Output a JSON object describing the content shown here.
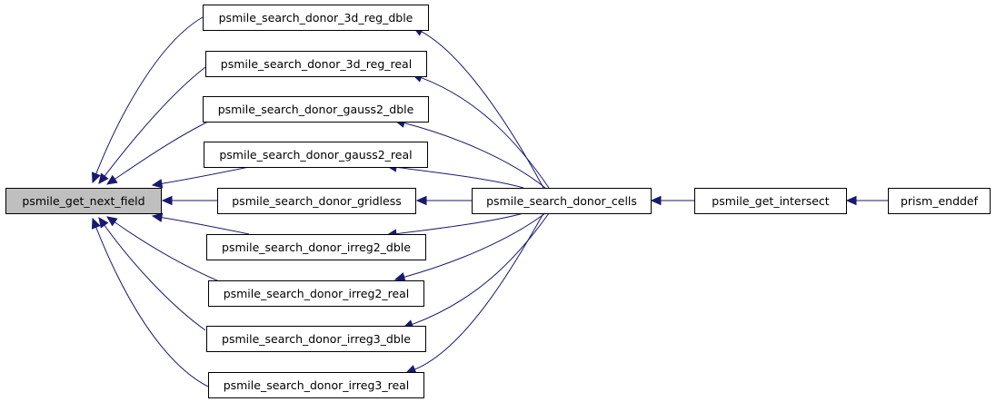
{
  "diagram": {
    "kind": "call graph",
    "focus_node": "psmile_get_next_field",
    "colors": {
      "focus_fill": "#bfbfbf",
      "node_fill": "#ffffff",
      "border": "#000000",
      "edge": "#191970"
    },
    "nodes": [
      {
        "id": "next_field",
        "label": "psmile_get_next_field",
        "focus": true
      },
      {
        "id": "reg_dble",
        "label": "psmile_search_donor_3d_reg_dble"
      },
      {
        "id": "reg_real",
        "label": "psmile_search_donor_3d_reg_real"
      },
      {
        "id": "gauss2_dble",
        "label": "psmile_search_donor_gauss2_dble"
      },
      {
        "id": "gauss2_real",
        "label": "psmile_search_donor_gauss2_real"
      },
      {
        "id": "gridless",
        "label": "psmile_search_donor_gridless"
      },
      {
        "id": "irreg2_dble",
        "label": "psmile_search_donor_irreg2_dble"
      },
      {
        "id": "irreg2_real",
        "label": "psmile_search_donor_irreg2_real"
      },
      {
        "id": "irreg3_dble",
        "label": "psmile_search_donor_irreg3_dble"
      },
      {
        "id": "irreg3_real",
        "label": "psmile_search_donor_irreg3_real"
      },
      {
        "id": "donor_cells",
        "label": "psmile_search_donor_cells"
      },
      {
        "id": "intersect",
        "label": "psmile_get_intersect"
      },
      {
        "id": "enddef",
        "label": "prism_enddef"
      }
    ],
    "edges": [
      {
        "from": "reg_dble",
        "to": "next_field"
      },
      {
        "from": "reg_real",
        "to": "next_field"
      },
      {
        "from": "gauss2_dble",
        "to": "next_field"
      },
      {
        "from": "gauss2_real",
        "to": "next_field"
      },
      {
        "from": "gridless",
        "to": "next_field"
      },
      {
        "from": "irreg2_dble",
        "to": "next_field"
      },
      {
        "from": "irreg2_real",
        "to": "next_field"
      },
      {
        "from": "irreg3_dble",
        "to": "next_field"
      },
      {
        "from": "irreg3_real",
        "to": "next_field"
      },
      {
        "from": "donor_cells",
        "to": "reg_dble"
      },
      {
        "from": "donor_cells",
        "to": "reg_real"
      },
      {
        "from": "donor_cells",
        "to": "gauss2_dble"
      },
      {
        "from": "donor_cells",
        "to": "gauss2_real"
      },
      {
        "from": "donor_cells",
        "to": "gridless"
      },
      {
        "from": "donor_cells",
        "to": "irreg2_dble"
      },
      {
        "from": "donor_cells",
        "to": "irreg2_real"
      },
      {
        "from": "donor_cells",
        "to": "irreg3_dble"
      },
      {
        "from": "donor_cells",
        "to": "irreg3_real"
      },
      {
        "from": "intersect",
        "to": "donor_cells"
      },
      {
        "from": "enddef",
        "to": "intersect"
      }
    ]
  }
}
